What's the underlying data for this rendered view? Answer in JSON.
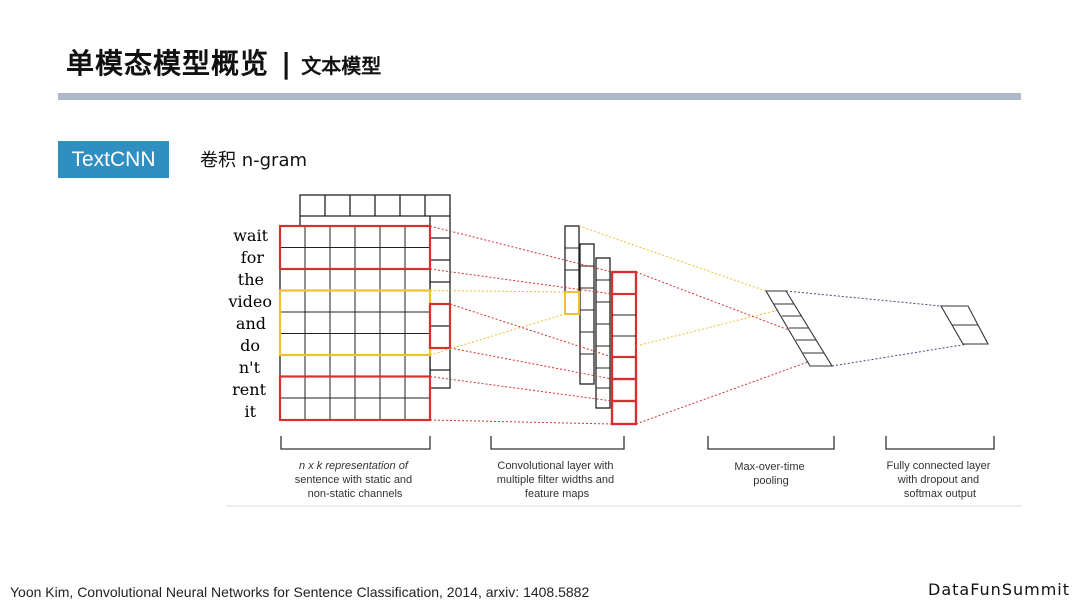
{
  "header": {
    "title": "单模态模型概览",
    "separator": "|",
    "section": "文本模型"
  },
  "tag": "TextCNN",
  "subtitle": "卷积 n-gram",
  "diagram": {
    "words": [
      "wait",
      "for",
      "the",
      "video",
      "and",
      "do",
      "n't",
      "rent",
      "it"
    ],
    "captions": {
      "input": [
        "n x k representation of",
        "sentence with static and",
        "non-static channels"
      ],
      "conv": [
        "Convolutional layer with",
        "multiple filter widths and",
        "feature maps"
      ],
      "pool": [
        "Max-over-time",
        "pooling"
      ],
      "fc": [
        "Fully connected layer",
        "with dropout and",
        "softmax output"
      ]
    },
    "colors": {
      "red": "#d83030",
      "yellow": "#f0c030",
      "navy": "#3b4c86",
      "grid": "#222222"
    }
  },
  "footer": {
    "citation": "Yoon Kim, Convolutional Neural Networks for Sentence Classification, 2014, arxiv: 1408.5882",
    "brand": "DataFunSummit"
  }
}
